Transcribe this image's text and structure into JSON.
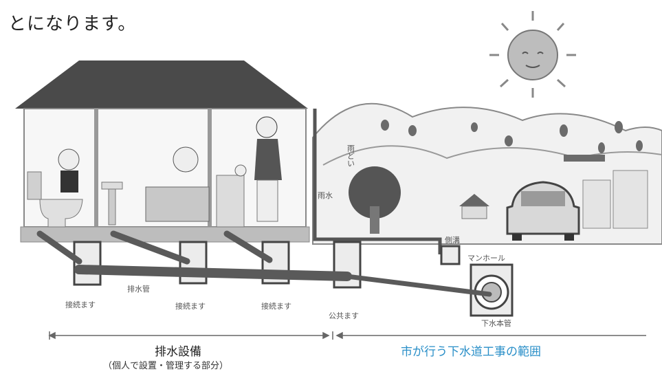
{
  "heading": "とになります。",
  "labels": {
    "connect_box_1": "接続ます",
    "connect_box_2": "接続ます",
    "connect_box_3": "接続ます",
    "public_box": "公共ます",
    "drain_pipe": "排水管",
    "manhole": "マンホール",
    "main_sewer": "下水本管",
    "side_ditch": "側溝",
    "rain_gutter": "雨水",
    "drain_roof": "雨どい"
  },
  "ranges": {
    "drainage_facility": "排水設備",
    "drainage_facility_note": "（個人で設置・管理する部分）",
    "city_scope": "市が行う下水道工事の範囲"
  },
  "colors": {
    "city_text": "#2a8fc8",
    "pipe": "#5a5a5a",
    "roof": "#4a4a4a"
  }
}
